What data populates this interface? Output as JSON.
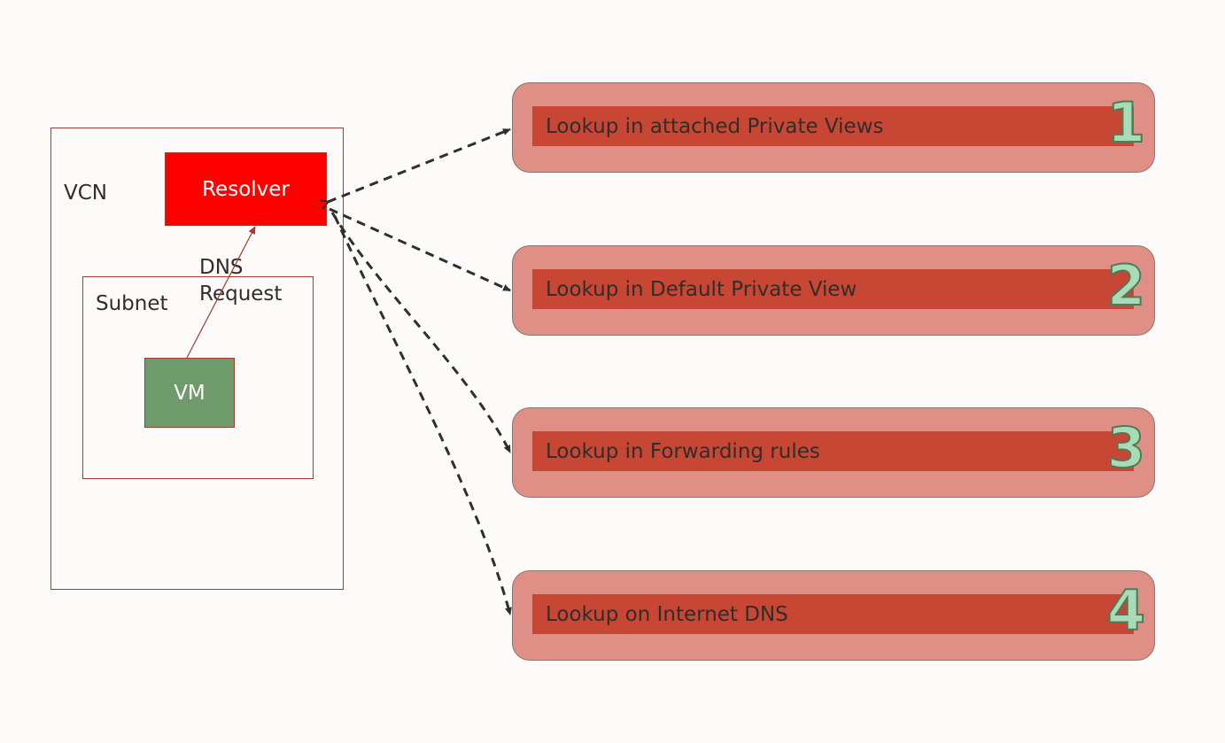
{
  "vcn": {
    "label": "VCN",
    "resolver_label": "Resolver",
    "subnet": {
      "label": "Subnet",
      "vm_label": "VM"
    },
    "request_label": "DNS\nRequest"
  },
  "steps": [
    {
      "number": "1",
      "text": "Lookup in attached Private Views"
    },
    {
      "number": "2",
      "text": "Lookup in Default Private View"
    },
    {
      "number": "3",
      "text": "Lookup in Forwarding rules"
    },
    {
      "number": "4",
      "text": "Lookup on Internet DNS"
    }
  ],
  "colors": {
    "resolver_fill": "#ff0000",
    "vm_fill": "#6f9a6b",
    "card_fill": "#e08f86",
    "bar_fill": "#c74634",
    "number_fill": "#a9dcb6",
    "outline": "#a23a2f"
  }
}
